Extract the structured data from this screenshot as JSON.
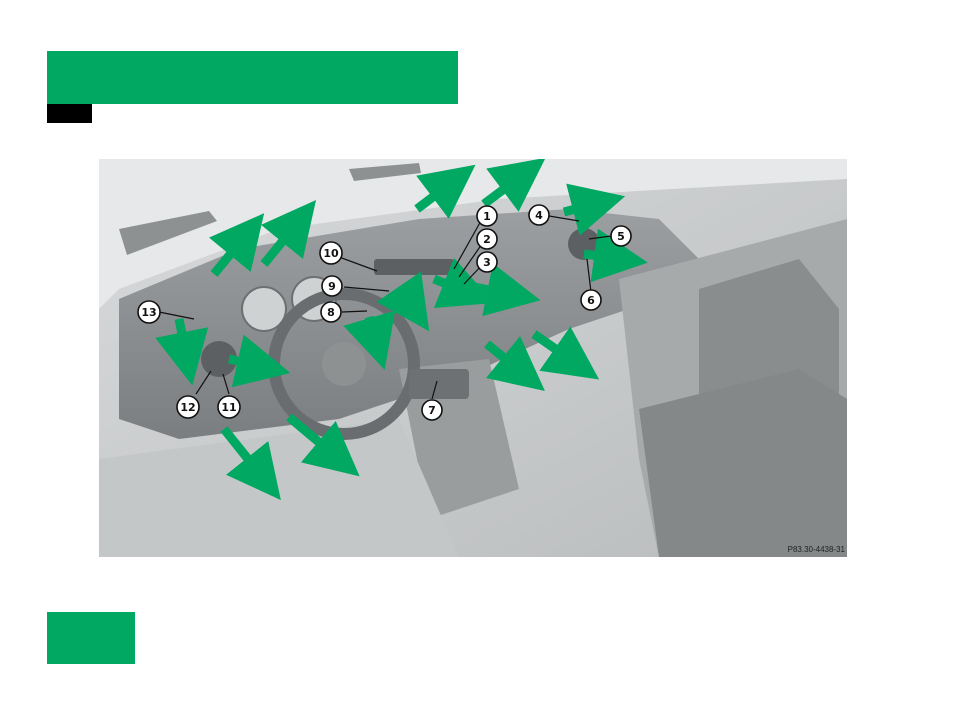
{
  "figure": {
    "image_code": "P83.30-4438-31",
    "callouts": [
      "1",
      "2",
      "3",
      "4",
      "5",
      "6",
      "7",
      "8",
      "9",
      "10",
      "11",
      "12",
      "13"
    ]
  },
  "colors": {
    "accent": "#00a862",
    "arrow": "#00a862"
  }
}
